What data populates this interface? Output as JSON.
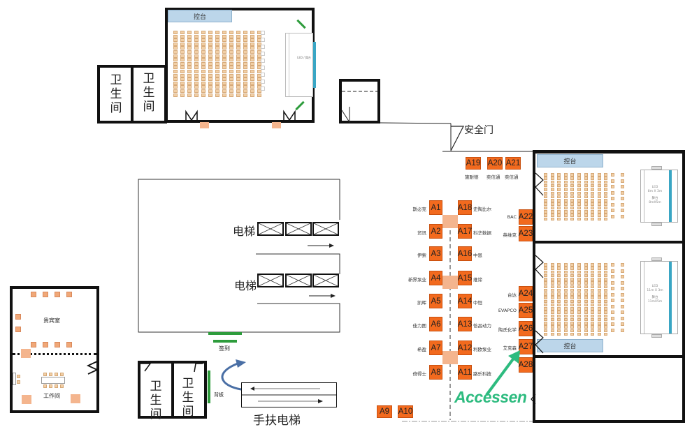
{
  "title": "Exhibition floor plan",
  "top_hall": {
    "console_label": "控台",
    "screen_label": "LED / 舞台"
  },
  "restrooms": {
    "label": "卫生间"
  },
  "safety_exit": {
    "label": "安全门"
  },
  "elevators": {
    "label_1": "电梯",
    "label_2": "电梯"
  },
  "checkin": {
    "label": "签到"
  },
  "backboard": {
    "label": "背板"
  },
  "escalator": {
    "label": "手扶电梯"
  },
  "vip_room": {
    "label": "贵宾室"
  },
  "work_room": {
    "label": "工作间"
  },
  "right_hall_1": {
    "console_label": "控台",
    "led_label": "LED",
    "led_size": "8m X 3m",
    "stage_label": "舞台",
    "stage_size": "8mX5m"
  },
  "right_hall_2": {
    "console_label": "控台",
    "led_label": "LED",
    "led_size": "11m X 3m",
    "stage_label": "舞台",
    "stage_size": "11mX5m"
  },
  "brand": {
    "logo_text": "Accessen",
    "color": "#2dbb7f"
  },
  "colors": {
    "booth": "#f26a1e",
    "stage_bar": "#bcd6ea",
    "chair": "#f1cfa6",
    "screen_line": "#3aa6c4",
    "green_marker": "#2e9c3c"
  },
  "booths": {
    "left_column": [
      {
        "id": "A1",
        "exhibitor": "斯必克"
      },
      {
        "id": "A2",
        "exhibitor": "贸讯"
      },
      {
        "id": "A3",
        "exhibitor": "伊索"
      },
      {
        "id": "A4",
        "exhibitor": "新界泵业"
      },
      {
        "id": "A5",
        "exhibitor": "凯晖"
      },
      {
        "id": "A6",
        "exhibitor": "佳力图"
      },
      {
        "id": "A7",
        "exhibitor": "希盈"
      },
      {
        "id": "A8",
        "exhibitor": "倍得士"
      }
    ],
    "right_column": [
      {
        "id": "A18",
        "exhibitor": "史陶比尔"
      },
      {
        "id": "A17",
        "exhibitor": "科华数据"
      },
      {
        "id": "A16",
        "exhibitor": "中恩"
      },
      {
        "id": "A15",
        "exhibitor": "维谛"
      },
      {
        "id": "A14",
        "exhibitor": "中恒"
      },
      {
        "id": "A13",
        "exhibitor": "恰昌动力"
      },
      {
        "id": "A12",
        "exhibitor": "利欧泵业"
      },
      {
        "id": "A11",
        "exhibitor": "路乐科技"
      }
    ],
    "top_row": [
      {
        "id": "A19",
        "exhibitor": "施耐德"
      },
      {
        "id": "A20",
        "exhibitor": "奕信通"
      },
      {
        "id": "A21",
        "exhibitor": "奕信通"
      }
    ],
    "wall_column": [
      {
        "id": "A22",
        "exhibitor": "BAC"
      },
      {
        "id": "A23",
        "exhibitor": "英维克"
      },
      {
        "id": "A24",
        "exhibitor": "台达"
      },
      {
        "id": "A25",
        "exhibitor": "EVAPCO"
      },
      {
        "id": "A26",
        "exhibitor": "陶氏化学"
      },
      {
        "id": "A27",
        "exhibitor": "艾克森"
      },
      {
        "id": "A28",
        "exhibitor": ""
      }
    ],
    "bottom_row": [
      {
        "id": "A9",
        "exhibitor": ""
      },
      {
        "id": "A10",
        "exhibitor": ""
      }
    ]
  }
}
